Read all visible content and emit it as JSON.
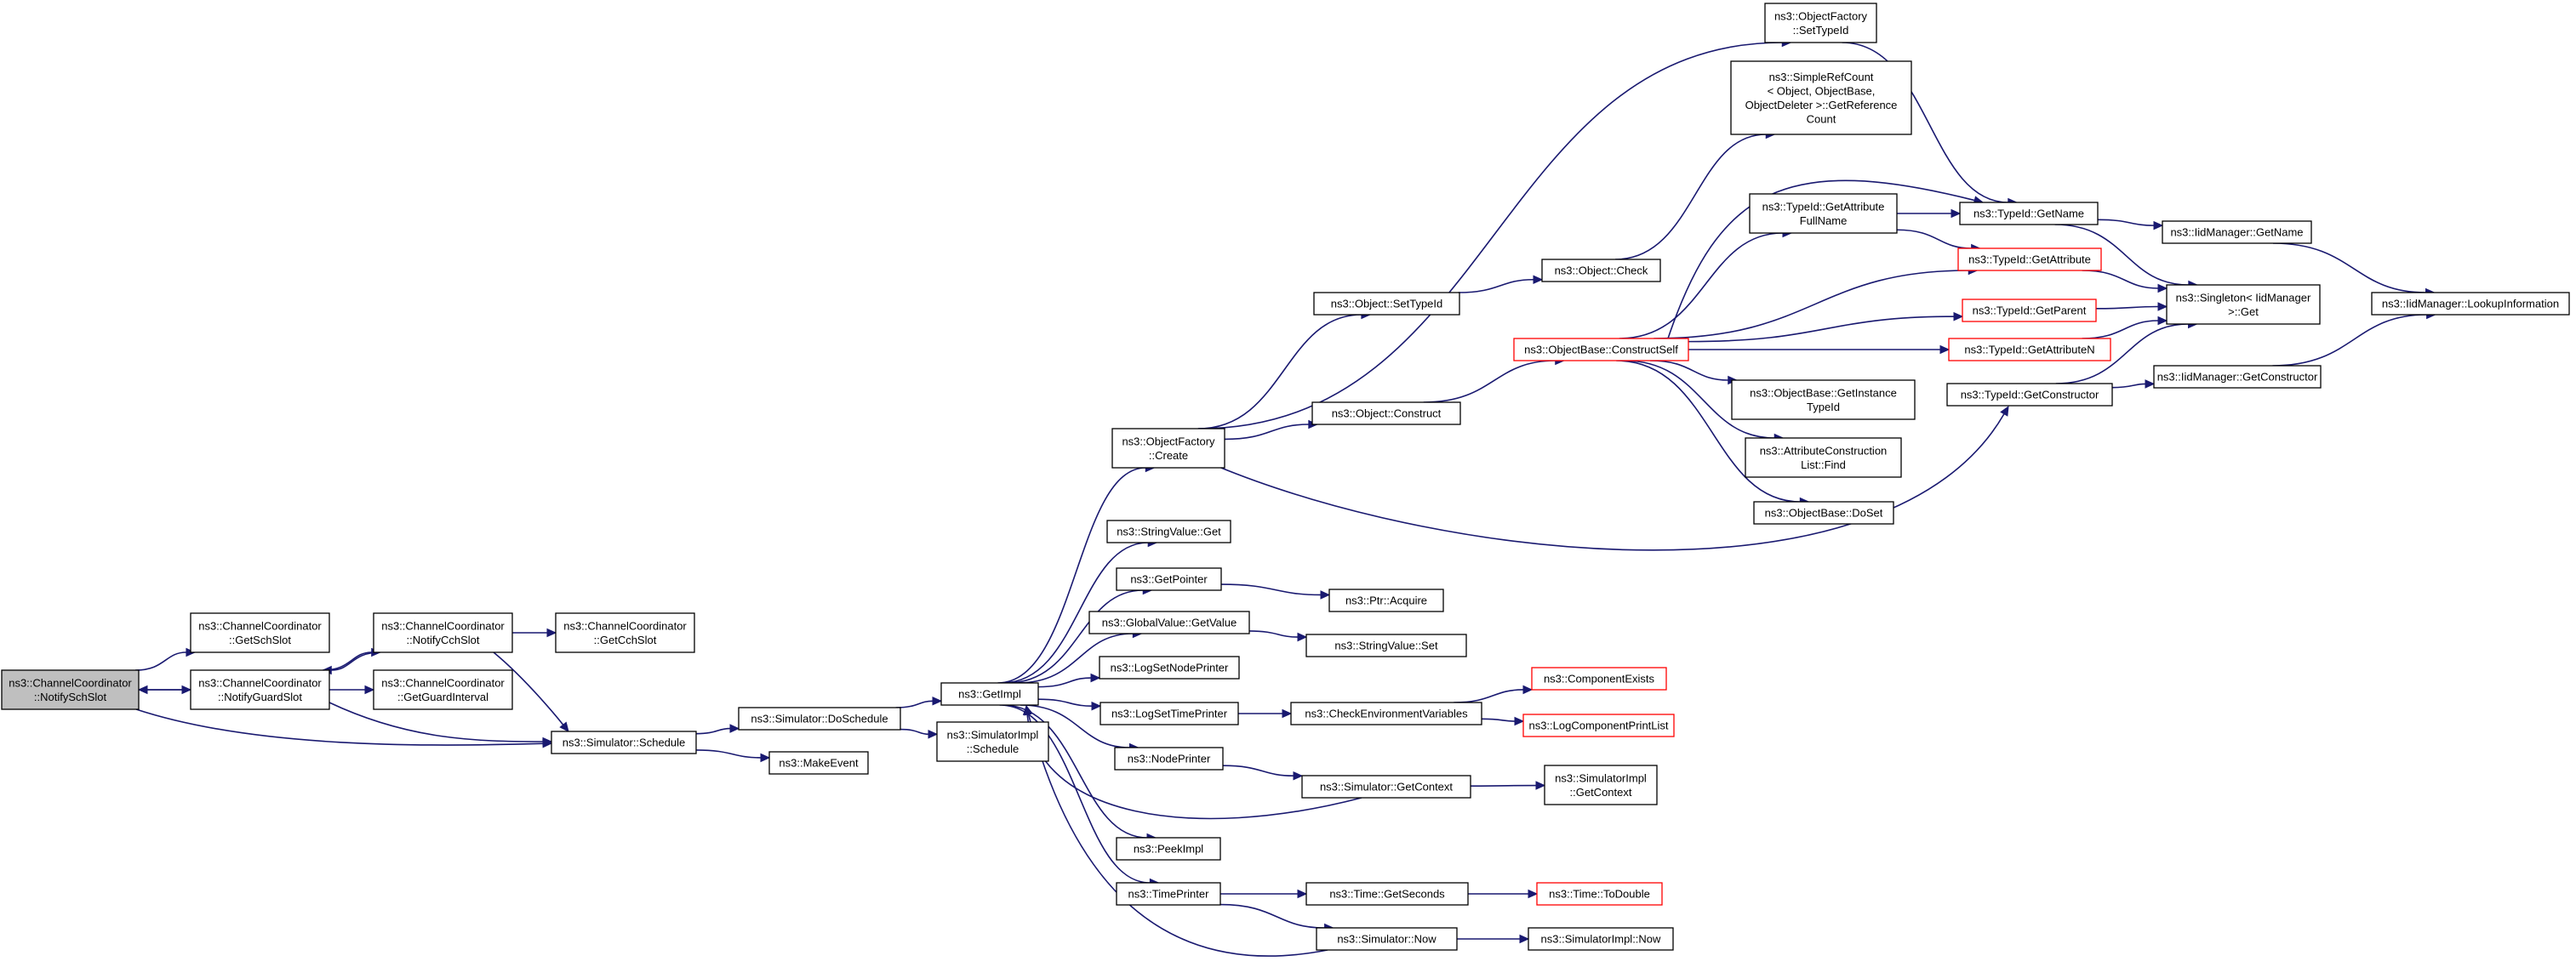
{
  "graph": {
    "nodes": [
      {
        "id": "n0",
        "lines": [
          "ns3::ChannelCoordinator",
          "::NotifySchSlot"
        ],
        "style": "root"
      },
      {
        "id": "n1",
        "lines": [
          "ns3::ChannelCoordinator",
          "::GetSchSlot"
        ],
        "style": "normal"
      },
      {
        "id": "n2",
        "lines": [
          "ns3::ChannelCoordinator",
          "::NotifyGuardSlot"
        ],
        "style": "normal"
      },
      {
        "id": "n3",
        "lines": [
          "ns3::ChannelCoordinator",
          "::NotifyCchSlot"
        ],
        "style": "normal"
      },
      {
        "id": "n4",
        "lines": [
          "ns3::ChannelCoordinator",
          "::GetGuardInterval"
        ],
        "style": "normal"
      },
      {
        "id": "n5",
        "lines": [
          "ns3::ChannelCoordinator",
          "::GetCchSlot"
        ],
        "style": "normal"
      },
      {
        "id": "n6",
        "lines": [
          "ns3::Simulator::Schedule"
        ],
        "style": "normal"
      },
      {
        "id": "n7",
        "lines": [
          "ns3::Simulator::DoSchedule"
        ],
        "style": "normal"
      },
      {
        "id": "n8",
        "lines": [
          "ns3::MakeEvent"
        ],
        "style": "normal"
      },
      {
        "id": "n9",
        "lines": [
          "ns3::GetImpl"
        ],
        "style": "normal"
      },
      {
        "id": "n10",
        "lines": [
          "ns3::SimulatorImpl",
          "::Schedule"
        ],
        "style": "normal"
      },
      {
        "id": "n11",
        "lines": [
          "ns3::ObjectFactory",
          "::Create"
        ],
        "style": "normal"
      },
      {
        "id": "n12",
        "lines": [
          "ns3::StringValue::Get"
        ],
        "style": "normal"
      },
      {
        "id": "n13",
        "lines": [
          "ns3::GetPointer"
        ],
        "style": "normal"
      },
      {
        "id": "n14",
        "lines": [
          "ns3::GlobalValue::GetValue"
        ],
        "style": "normal"
      },
      {
        "id": "n15",
        "lines": [
          "ns3::LogSetNodePrinter"
        ],
        "style": "normal"
      },
      {
        "id": "n16",
        "lines": [
          "ns3::LogSetTimePrinter"
        ],
        "style": "normal"
      },
      {
        "id": "n17",
        "lines": [
          "ns3::NodePrinter"
        ],
        "style": "normal"
      },
      {
        "id": "n18",
        "lines": [
          "ns3::PeekImpl"
        ],
        "style": "normal"
      },
      {
        "id": "n19",
        "lines": [
          "ns3::TimePrinter"
        ],
        "style": "normal"
      },
      {
        "id": "n20",
        "lines": [
          "ns3::ObjectFactory",
          "::SetTypeId"
        ],
        "style": "normal"
      },
      {
        "id": "n21",
        "lines": [
          "ns3::Object::SetTypeId"
        ],
        "style": "normal"
      },
      {
        "id": "n22",
        "lines": [
          "ns3::Object::Construct"
        ],
        "style": "normal"
      },
      {
        "id": "n23",
        "lines": [
          "ns3::Object::Check"
        ],
        "style": "normal"
      },
      {
        "id": "n24",
        "lines": [
          "ns3::SimpleRefCount",
          "< Object, ObjectBase,",
          "ObjectDeleter >::GetReference",
          "Count"
        ],
        "style": "normal"
      },
      {
        "id": "n25",
        "lines": [
          "ns3::ObjectBase::ConstructSelf"
        ],
        "style": "trunc"
      },
      {
        "id": "n26",
        "lines": [
          "ns3::TypeId::GetAttribute",
          "FullName"
        ],
        "style": "normal"
      },
      {
        "id": "n27",
        "lines": [
          "ns3::ObjectBase::GetInstance",
          "TypeId"
        ],
        "style": "normal"
      },
      {
        "id": "n28",
        "lines": [
          "ns3::AttributeConstruction",
          "List::Find"
        ],
        "style": "normal"
      },
      {
        "id": "n29",
        "lines": [
          "ns3::ObjectBase::DoSet"
        ],
        "style": "normal"
      },
      {
        "id": "n30",
        "lines": [
          "ns3::TypeId::GetName"
        ],
        "style": "normal"
      },
      {
        "id": "n31",
        "lines": [
          "ns3::TypeId::GetAttribute"
        ],
        "style": "trunc"
      },
      {
        "id": "n32",
        "lines": [
          "ns3::TypeId::GetParent"
        ],
        "style": "trunc"
      },
      {
        "id": "n33",
        "lines": [
          "ns3::TypeId::GetAttributeN"
        ],
        "style": "trunc"
      },
      {
        "id": "n34",
        "lines": [
          "ns3::TypeId::GetConstructor"
        ],
        "style": "normal"
      },
      {
        "id": "n35",
        "lines": [
          "ns3::IidManager::GetName"
        ],
        "style": "normal"
      },
      {
        "id": "n36",
        "lines": [
          "ns3::Singleton< IidManager",
          ">::Get"
        ],
        "style": "normal"
      },
      {
        "id": "n37",
        "lines": [
          "ns3::IidManager::GetConstructor"
        ],
        "style": "normal"
      },
      {
        "id": "n38",
        "lines": [
          "ns3::IidManager::LookupInformation"
        ],
        "style": "normal"
      },
      {
        "id": "n39",
        "lines": [
          "ns3::Ptr::Acquire"
        ],
        "style": "normal"
      },
      {
        "id": "n40",
        "lines": [
          "ns3::StringValue::Set"
        ],
        "style": "normal"
      },
      {
        "id": "n41",
        "lines": [
          "ns3::CheckEnvironmentVariables"
        ],
        "style": "normal"
      },
      {
        "id": "n42",
        "lines": [
          "ns3::ComponentExists"
        ],
        "style": "trunc"
      },
      {
        "id": "n43",
        "lines": [
          "ns3::LogComponentPrintList"
        ],
        "style": "trunc"
      },
      {
        "id": "n44",
        "lines": [
          "ns3::Simulator::GetContext"
        ],
        "style": "normal"
      },
      {
        "id": "n45",
        "lines": [
          "ns3::SimulatorImpl",
          "::GetContext"
        ],
        "style": "normal"
      },
      {
        "id": "n46",
        "lines": [
          "ns3::Time::GetSeconds"
        ],
        "style": "normal"
      },
      {
        "id": "n47",
        "lines": [
          "ns3::Time::ToDouble"
        ],
        "style": "trunc"
      },
      {
        "id": "n48",
        "lines": [
          "ns3::Simulator::Now"
        ],
        "style": "normal"
      },
      {
        "id": "n49",
        "lines": [
          "ns3::SimulatorImpl::Now"
        ],
        "style": "normal"
      }
    ],
    "edges": [
      [
        "n0",
        "n1"
      ],
      [
        "n0",
        "n2"
      ],
      [
        "n0",
        "n6"
      ],
      [
        "n2",
        "n0"
      ],
      [
        "n2",
        "n3"
      ],
      [
        "n2",
        "n4"
      ],
      [
        "n2",
        "n6"
      ],
      [
        "n3",
        "n2"
      ],
      [
        "n3",
        "n5"
      ],
      [
        "n3",
        "n6"
      ],
      [
        "n6",
        "n7"
      ],
      [
        "n6",
        "n8"
      ],
      [
        "n7",
        "n9"
      ],
      [
        "n7",
        "n10"
      ],
      [
        "n9",
        "n11"
      ],
      [
        "n9",
        "n12"
      ],
      [
        "n9",
        "n13"
      ],
      [
        "n9",
        "n14"
      ],
      [
        "n9",
        "n15"
      ],
      [
        "n9",
        "n16"
      ],
      [
        "n9",
        "n17"
      ],
      [
        "n9",
        "n18"
      ],
      [
        "n9",
        "n19"
      ],
      [
        "n11",
        "n20"
      ],
      [
        "n11",
        "n21"
      ],
      [
        "n11",
        "n22"
      ],
      [
        "n11",
        "n34"
      ],
      [
        "n20",
        "n30"
      ],
      [
        "n21",
        "n23"
      ],
      [
        "n22",
        "n25"
      ],
      [
        "n23",
        "n24"
      ],
      [
        "n25",
        "n26"
      ],
      [
        "n25",
        "n27"
      ],
      [
        "n25",
        "n28"
      ],
      [
        "n25",
        "n29"
      ],
      [
        "n25",
        "n30"
      ],
      [
        "n25",
        "n31"
      ],
      [
        "n25",
        "n32"
      ],
      [
        "n25",
        "n33"
      ],
      [
        "n26",
        "n30"
      ],
      [
        "n26",
        "n31"
      ],
      [
        "n30",
        "n35"
      ],
      [
        "n30",
        "n36"
      ],
      [
        "n31",
        "n36"
      ],
      [
        "n32",
        "n36"
      ],
      [
        "n33",
        "n36"
      ],
      [
        "n34",
        "n36"
      ],
      [
        "n34",
        "n37"
      ],
      [
        "n35",
        "n38"
      ],
      [
        "n37",
        "n38"
      ],
      [
        "n13",
        "n39"
      ],
      [
        "n14",
        "n40"
      ],
      [
        "n16",
        "n41"
      ],
      [
        "n41",
        "n42"
      ],
      [
        "n41",
        "n43"
      ],
      [
        "n17",
        "n44"
      ],
      [
        "n44",
        "n9"
      ],
      [
        "n44",
        "n45"
      ],
      [
        "n19",
        "n46"
      ],
      [
        "n19",
        "n48"
      ],
      [
        "n46",
        "n47"
      ],
      [
        "n48",
        "n9"
      ],
      [
        "n48",
        "n49"
      ]
    ]
  }
}
